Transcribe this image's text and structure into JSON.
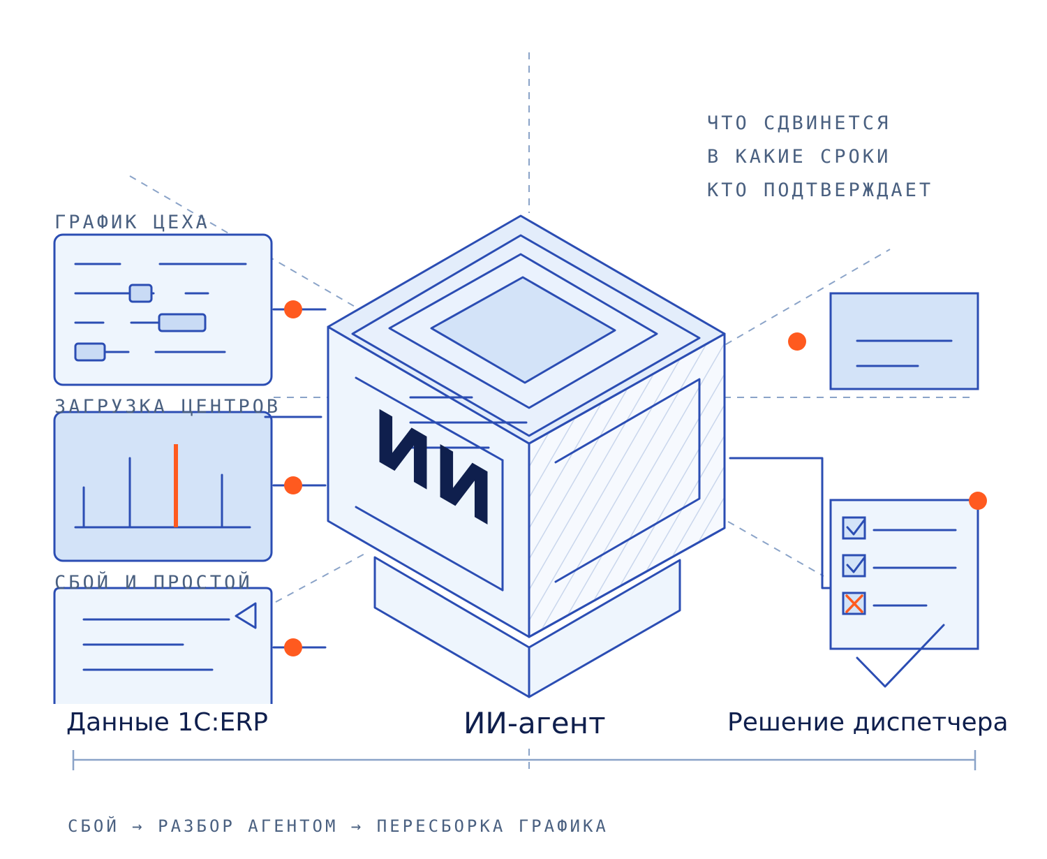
{
  "labels": {
    "schedule": "ГРАФИК ЦЕХА",
    "load": "ЗАГРУЗКА ЦЕНТРОВ",
    "failure": "СБОЙ И ПРОСТОЙ"
  },
  "questions": {
    "q1": "ЧТО СДВИНЕТСЯ",
    "q2": "В КАКИЕ СРОКИ",
    "q3": "КТО ПОДТВЕРЖДАЕТ"
  },
  "cube_text": "ИИ",
  "captions": {
    "data": "Данные 1С:ERP",
    "agent": "ИИ-агент",
    "decision": "Решение диспетчера"
  },
  "footer": "СБОЙ → РАЗБОР АГЕНТОМ → ПЕРЕСБОРКА ГРАФИКА",
  "colors": {
    "stroke": "#2b4db3",
    "accent": "#ff5a1f",
    "fill_light": "#eef5fd",
    "fill_mid": "#d3e3f8",
    "text_dark": "#0f1f4d",
    "text_label": "#4a6080"
  }
}
